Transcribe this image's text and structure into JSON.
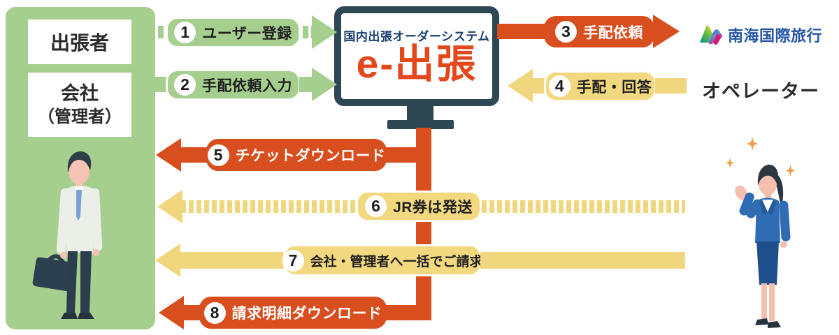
{
  "left_panel": {
    "traveler_label": "出張者",
    "company_label_line1": "会社",
    "company_label_line2": "（管理者）"
  },
  "system": {
    "subtitle": "国内出張オーダーシステム",
    "title": "e-出張"
  },
  "right_panel": {
    "company_name": "南海国際旅行",
    "operator_label": "オペレーター"
  },
  "steps": [
    {
      "number": "1",
      "label": "ユーザー登録",
      "direction": "left-to-system",
      "style": "green-dashed"
    },
    {
      "number": "2",
      "label": "手配依頼入力",
      "direction": "left-to-system",
      "style": "green-solid"
    },
    {
      "number": "3",
      "label": "手配依頼",
      "direction": "system-to-right",
      "style": "red-solid"
    },
    {
      "number": "4",
      "label": "手配・回答",
      "direction": "right-to-system",
      "style": "yellow-solid"
    },
    {
      "number": "5",
      "label": "チケットダウンロード",
      "direction": "system-to-left",
      "style": "red-solid"
    },
    {
      "number": "6",
      "label": "JR券は発送",
      "direction": "right-to-left",
      "style": "yellow-dashed"
    },
    {
      "number": "7",
      "label": "会社・管理者へ一括でご請求",
      "direction": "right-to-left",
      "style": "yellow-solid"
    },
    {
      "number": "8",
      "label": "請求明細ダウンロード",
      "direction": "system-to-left",
      "style": "red-solid"
    }
  ],
  "colors": {
    "panel_green": "#a6ce8e",
    "panel_yellow": "#f3dc85",
    "arrow_red": "#d94e1e",
    "arrow_yellow": "#f0d67c",
    "monitor_navy": "#2d4753",
    "title_orange": "#e2481c",
    "subtitle_blue": "#1a4070",
    "logo_blue": "#2456a5"
  }
}
